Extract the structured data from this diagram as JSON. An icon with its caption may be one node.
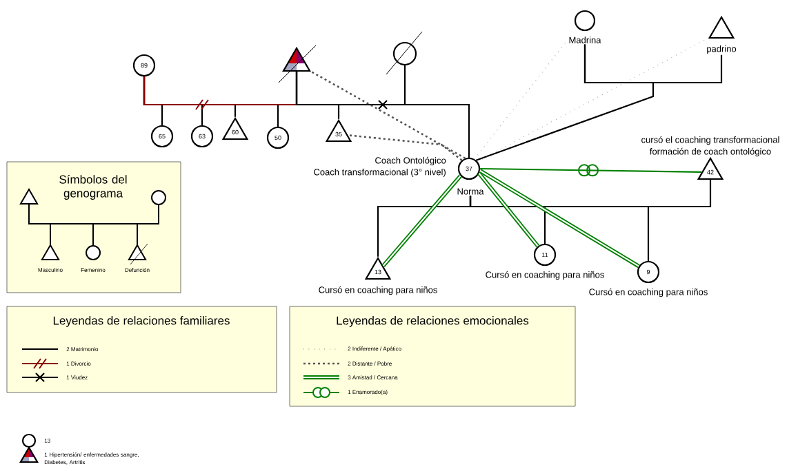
{
  "diagram": {
    "nodes": [
      {
        "text": [
          "89"
        ]
      },
      {
        "text": [
          "65"
        ]
      },
      {
        "text": [
          "63"
        ]
      },
      {
        "text": [
          "60"
        ]
      },
      {
        "text": [
          "50"
        ]
      },
      {
        "text": [],
        "shape": "triangle"
      },
      {
        "text": [],
        "shape": "circle"
      },
      {
        "text": [
          "35"
        ]
      },
      {
        "text": [
          "Madrina"
        ]
      },
      {
        "text": [
          "padrino"
        ]
      },
      {
        "text": [
          "37",
          "Norma"
        ],
        "beside": [
          "Coach Ontológico",
          "Coach transformacional (3° nivel)"
        ]
      },
      {
        "text": [
          "42"
        ],
        "beside": [
          "cursó el coaching transformacional",
          "formación de coach ontológico"
        ]
      },
      {
        "text": [
          "13"
        ],
        "beside": [
          "Cursó en coaching para niños"
        ]
      },
      {
        "text": [
          "11"
        ],
        "beside": [
          "Cursó en coaching para niños"
        ]
      },
      {
        "text": [
          "9"
        ],
        "beside": [
          "Cursó en coaching para niños"
        ]
      }
    ],
    "edges": [
      {
        "from": 0,
        "to": 5,
        "arrow": "none",
        "color": "#8b0000"
      },
      {
        "from": 5,
        "to": 6,
        "arrow": "none"
      },
      {
        "from": 0,
        "to": 1,
        "arrow": "none"
      },
      {
        "from": 0,
        "to": 2,
        "arrow": "none"
      },
      {
        "from": 0,
        "to": 3,
        "arrow": "none"
      },
      {
        "from": 0,
        "to": 4,
        "arrow": "none"
      },
      {
        "from": 5,
        "to": 7,
        "arrow": "none"
      },
      {
        "from": 5,
        "to": 10,
        "arrow": "none"
      },
      {
        "from": 8,
        "to": 9,
        "arrow": "none"
      },
      {
        "from": 8,
        "to": 10,
        "arrow": "none"
      },
      {
        "from": 10,
        "to": 11,
        "arrow": "none"
      },
      {
        "from": 10,
        "to": 12,
        "arrow": "none"
      },
      {
        "from": 10,
        "to": 13,
        "arrow": "none"
      },
      {
        "from": 10,
        "to": 14,
        "arrow": "none"
      },
      {
        "from": 10,
        "to": 8,
        "arrow": "none",
        "style": "dashed",
        "color": "#777777"
      },
      {
        "from": 10,
        "to": 9,
        "arrow": "none",
        "style": "dashed",
        "color": "#777777"
      },
      {
        "from": 10,
        "to": 5,
        "arrow": "none",
        "style": "dashed",
        "color": "#555555"
      },
      {
        "from": 10,
        "to": 7,
        "arrow": "none",
        "style": "dashed",
        "color": "#555555"
      },
      {
        "from": 10,
        "to": 11,
        "arrow": "none",
        "color": "#008000"
      },
      {
        "from": 10,
        "to": 12,
        "arrow": "none",
        "style": "thick",
        "color": "#008000"
      },
      {
        "from": 10,
        "to": 13,
        "arrow": "none",
        "style": "thick",
        "color": "#008000"
      },
      {
        "from": 10,
        "to": 14,
        "arrow": "none",
        "style": "thick",
        "color": "#008000"
      }
    ],
    "labels": [
      "Símbolos del genograma",
      "Masculino",
      "Femenino",
      "Defunción",
      "Leyendas de relaciones familiares",
      "Leyendas de relaciones emocionales"
    ],
    "legend": [
      {
        "text": "2 Matrimonio"
      },
      {
        "text": "1 Divorcio"
      },
      {
        "text": "1 Viudez"
      },
      {
        "text": "2 Indiferente / Apático"
      },
      {
        "text": "2 Distante / Pobre"
      },
      {
        "text": "3 Amistad / Cercana"
      },
      {
        "text": "1 Enamorado(a)"
      },
      {
        "text": "13"
      },
      {
        "text": "1 Hipertensión/ enfermedades sangre, Diabetes, Artritis"
      }
    ]
  }
}
